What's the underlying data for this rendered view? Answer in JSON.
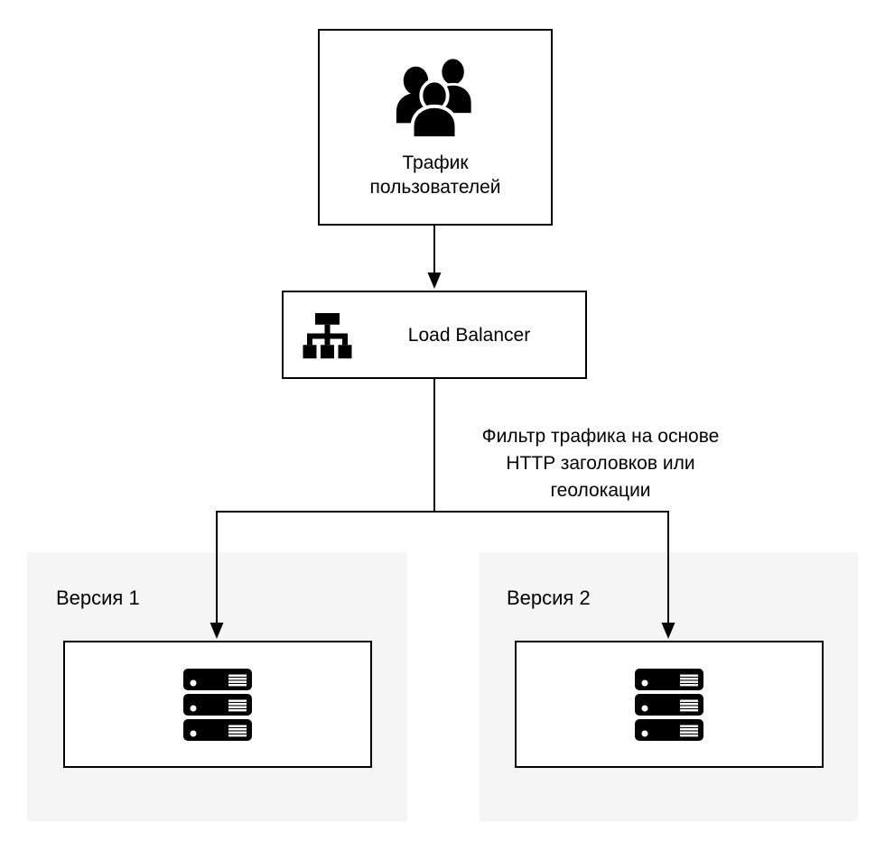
{
  "diagram": {
    "background": "#ffffff",
    "stroke_color": "#000000",
    "container_fill": "#f5f5f5",
    "node_fill": "#ffffff",
    "icon_fill": "#000000",
    "nodes": {
      "user_traffic": {
        "label": "Трафик\nпользователей",
        "icon": "users-icon"
      },
      "load_balancer": {
        "label": "Load Balancer",
        "icon": "hierarchy-icon"
      },
      "version_1": {
        "label": "Версия 1",
        "icon": "server-stack-icon"
      },
      "version_2": {
        "label": "Версия 2",
        "icon": "server-stack-icon"
      }
    },
    "edge_label": "Фильтр трафика на основе\nHTTP заголовков или\nгеолокации"
  }
}
